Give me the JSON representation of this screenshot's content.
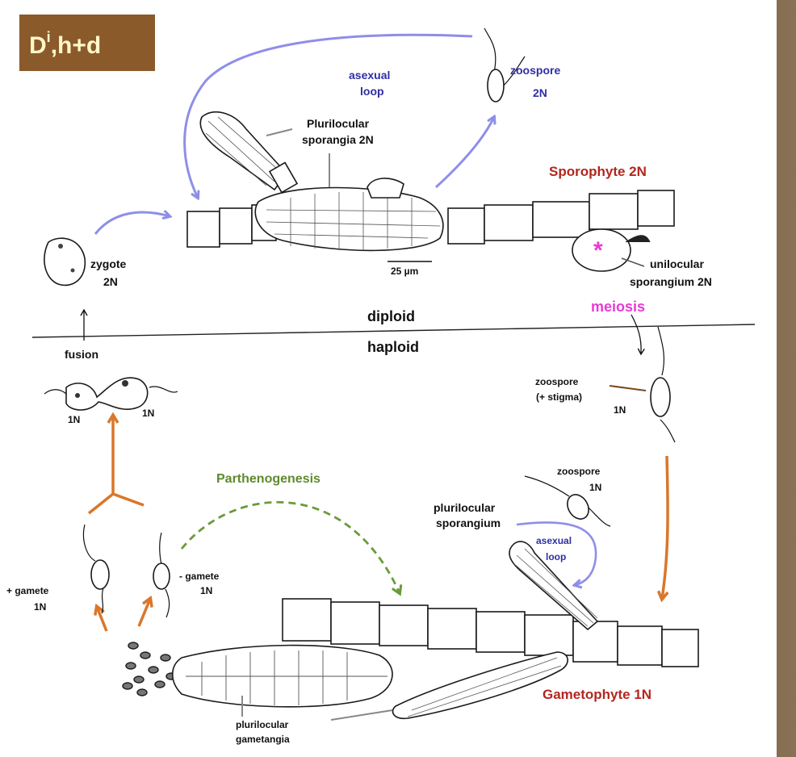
{
  "tag": {
    "main": "D",
    "sup": "i",
    "rest": ",h+d"
  },
  "labels": {
    "asexual_loop_top_1": "asexual",
    "asexual_loop_top_2": "loop",
    "zoospore_top": "zoospore",
    "zoospore_top_ploidy": "2N",
    "plurilocular_sporangia_1": "Plurilocular",
    "plurilocular_sporangia_2": "sporangia  2N",
    "sporophyte": "Sporophyte 2N",
    "scale": "25 µm",
    "unilocular_1": "unilocular",
    "unilocular_2": "sporangium  2N",
    "meiosis": "meiosis",
    "zygote": "zygote",
    "zygote_ploidy": "2N",
    "diploid": "diploid",
    "haploid": "haploid",
    "fusion": "fusion",
    "fusion_left_ploidy": "1N",
    "fusion_right_ploidy": "1N",
    "zoospore_mid": "zoospore",
    "zoospore_mid_stigma": "(+ stigma)",
    "zoospore_mid_ploidy": "1N",
    "zoospore_low": "zoospore",
    "zoospore_low_ploidy": "1N",
    "parthenogenesis": "Parthenogenesis",
    "plurilocular_sporangium_1": "plurilocular",
    "plurilocular_sporangium_2": "sporangium",
    "asexual_loop_low_1": "asexual",
    "asexual_loop_low_2": "loop",
    "plus_gamete": "+ gamete",
    "plus_gamete_ploidy": "1N",
    "minus_gamete": "- gamete",
    "minus_gamete_ploidy": "1N",
    "gametophyte": "Gametophyte  1N",
    "gametangia_1": "plurilocular",
    "gametangia_2": "gametangia",
    "asterisk": "*"
  },
  "colors": {
    "asexual_arrow": "#8e8ee8",
    "haploid_arrow": "#d9772b",
    "parthenogenesis_arrow": "#6b9a3a",
    "generation_label": "#b3261e",
    "meiosis": "#e83ad6",
    "asexual_text": "#2e2ea6",
    "tag_background": "#8b5a2b"
  }
}
